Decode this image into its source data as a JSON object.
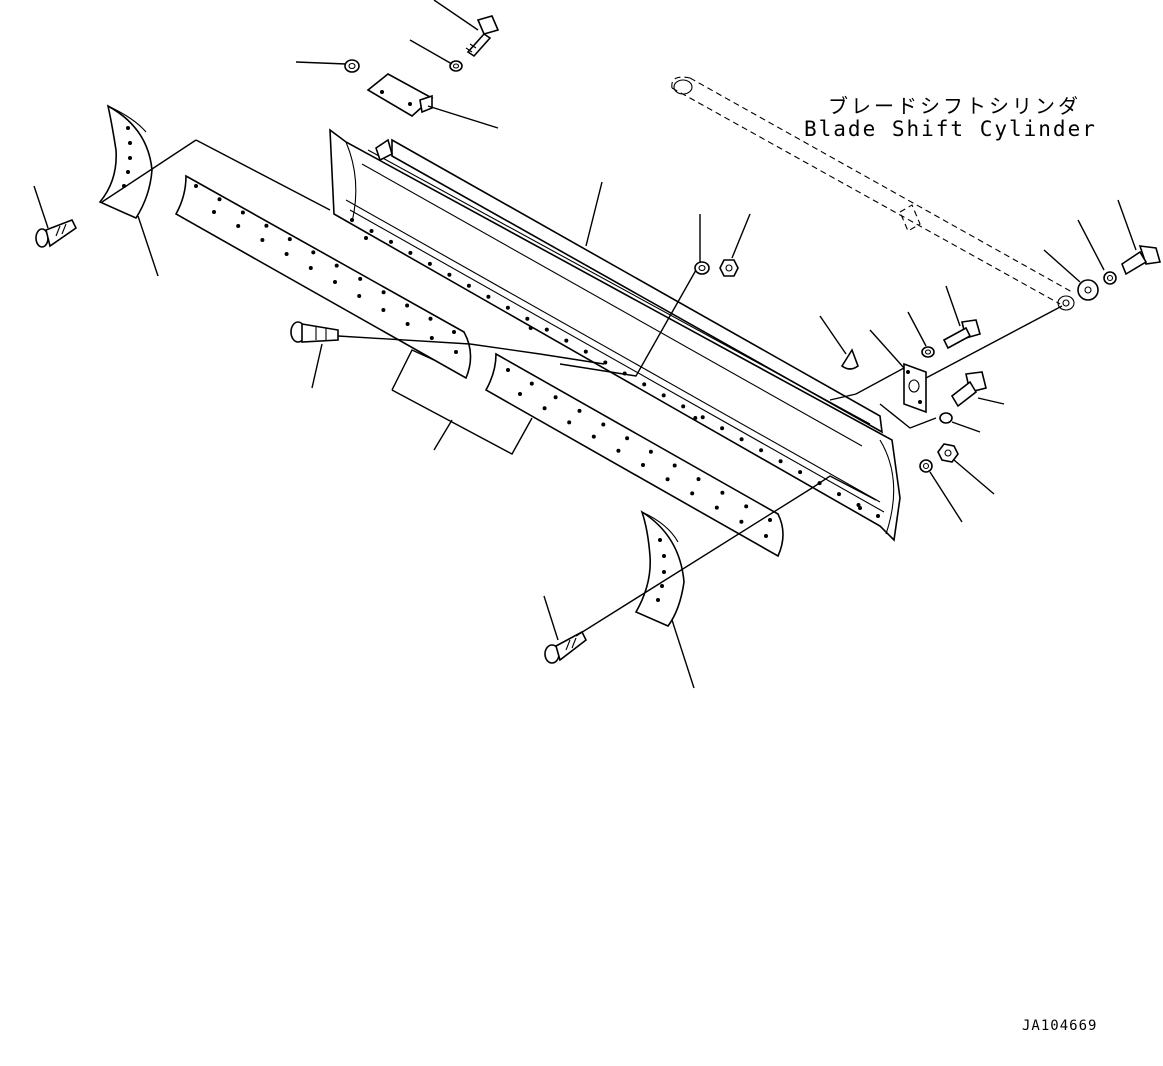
{
  "diagram": {
    "cylinder_label_jp": "ブレードシフトシリンダ",
    "cylinder_label_en": "Blade Shift Cylinder",
    "figure_id": "JA104669"
  }
}
